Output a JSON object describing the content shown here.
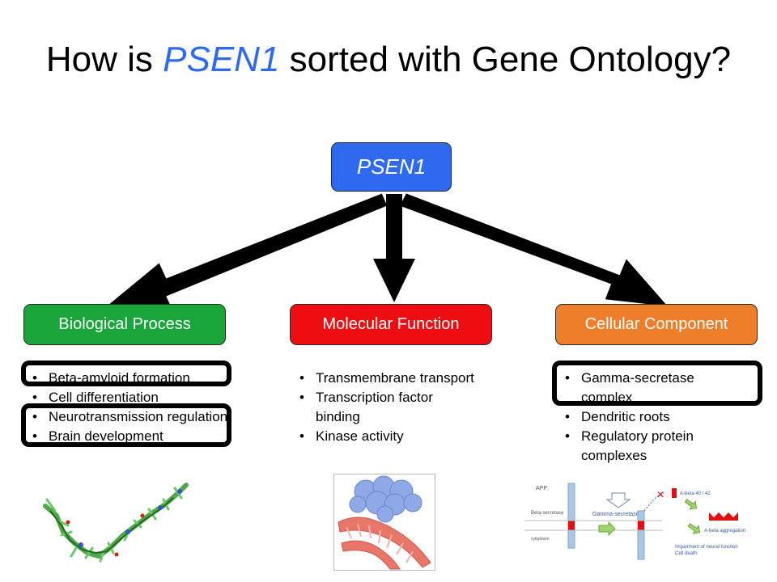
{
  "title": {
    "prefix": "How is ",
    "gene": "PSEN1",
    "suffix": " sorted with Gene Ontology?"
  },
  "colors": {
    "gene_text": "#2f69f0",
    "root_box": "#2f69f0",
    "biological_process": "#1aa53a",
    "molecular_function": "#ee0d10",
    "cellular_component": "#ef7e2b"
  },
  "root": {
    "label": "PSEN1"
  },
  "categories": {
    "biological_process": {
      "label": "Biological Process",
      "items": [
        "Beta-amyloid formation",
        "Cell differentiation",
        "Neurotransmission regulation",
        "Brain development"
      ],
      "highlighted": [
        "Beta-amyloid formation",
        "Neurotransmission regulation"
      ]
    },
    "molecular_function": {
      "label": "Molecular Function",
      "items": [
        "Transmembrane transport",
        "Transcription factor binding",
        "Kinase activity"
      ]
    },
    "cellular_component": {
      "label": "Cellular Component",
      "items": [
        "Gamma-secretase complex",
        "Dendritic roots",
        "Regulatory protein complexes"
      ],
      "highlighted": [
        "Gamma-secretase complex"
      ]
    }
  },
  "pathway_figure": {
    "labels": {
      "app": "APP",
      "beta_secretase": "Beta-secretase",
      "gamma_secretase": "Gamma-secretase",
      "cytoplasm": "cytoplasm",
      "abeta_40_42": "A-beta 40 / 42",
      "abeta_aggregation": "A-beta aggregation",
      "impairment": "Impairment of neural function",
      "cell_death": "Cell death"
    }
  }
}
